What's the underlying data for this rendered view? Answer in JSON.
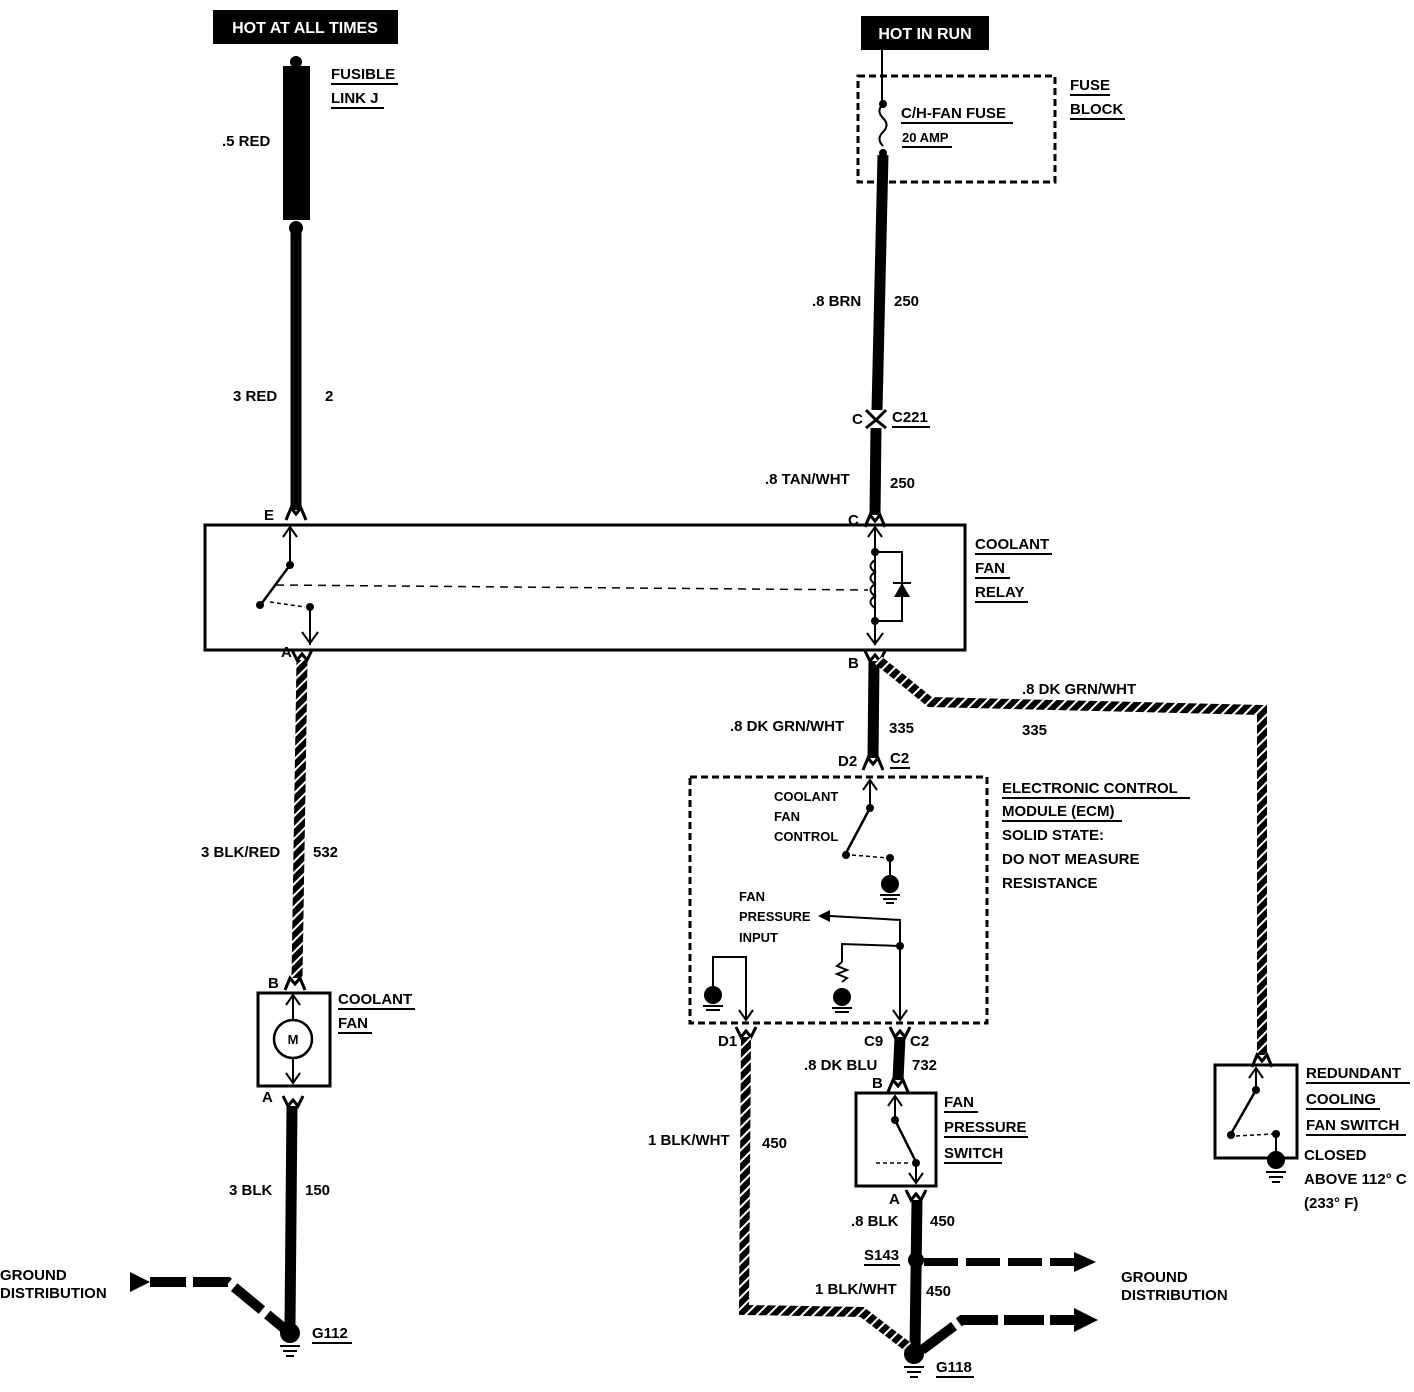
{
  "banners": {
    "hot_at_all_times": "HOT AT ALL TIMES",
    "hot_in_run": "HOT IN RUN"
  },
  "components": {
    "fusible_link": [
      "FUSIBLE",
      "LINK J"
    ],
    "fuse_block": [
      "FUSE",
      "BLOCK"
    ],
    "fuse_name": "C/H-FAN FUSE",
    "fuse_rating": "20 AMP",
    "relay": [
      "COOLANT",
      "FAN",
      "RELAY"
    ],
    "coolant_fan": [
      "COOLANT",
      "FAN"
    ],
    "motor_symbol": "M",
    "ecm": [
      "ELECTRONIC CONTROL",
      "MODULE (ECM)",
      "SOLID STATE:",
      "DO NOT MEASURE",
      "RESISTANCE"
    ],
    "ecm_fan_control": [
      "COOLANT",
      "FAN",
      "CONTROL"
    ],
    "ecm_pressure_input": [
      "FAN",
      "PRESSURE",
      "INPUT"
    ],
    "fan_pressure_switch": [
      "FAN",
      "PRESSURE",
      "SWITCH"
    ],
    "redundant_switch": [
      "REDUNDANT",
      "COOLING",
      "FAN SWITCH",
      "CLOSED",
      "ABOVE 112° C",
      "(233° F)"
    ]
  },
  "wires": {
    "w_05red": ".5 RED",
    "w_3red": "3 RED",
    "c_2": "2",
    "w_08brn": ".8 BRN",
    "c_250a": "250",
    "w_08tanwht": ".8 TAN/WHT",
    "c_250b": "250",
    "w_3blkred": "3 BLK/RED",
    "c_532": "532",
    "w_08dkgrnwht_a": ".8 DK GRN/WHT",
    "c_335a": "335",
    "w_08dkgrnwht_b": ".8 DK GRN/WHT",
    "c_335b": "335",
    "w_3blk": "3 BLK",
    "c_150": "150",
    "w_1blkwht_a": "1 BLK/WHT",
    "c_450a": "450",
    "w_08dkblu": ".8 DK BLU",
    "c_732": "732",
    "w_08blk": ".8 BLK",
    "c_450b": "450",
    "w_1blkwht_b": "1 BLK/WHT",
    "c_450c": "450"
  },
  "connectors": {
    "c221_c": "C",
    "c221": "C221",
    "relay_e": "E",
    "relay_c": "C",
    "relay_a": "A",
    "relay_b": "B",
    "d2": "D2",
    "c2_top": "C2",
    "d1": "D1",
    "c9": "C9",
    "c2_bottom": "C2",
    "fan_b": "B",
    "fan_a": "A",
    "switch_b": "B",
    "switch_a": "A"
  },
  "grounds": {
    "left_distribution": [
      "GROUND",
      "DISTRIBUTION"
    ],
    "right_distribution": [
      "GROUND",
      "DISTRIBUTION"
    ],
    "g112": "G112",
    "g118": "G118",
    "s143": "S143"
  }
}
